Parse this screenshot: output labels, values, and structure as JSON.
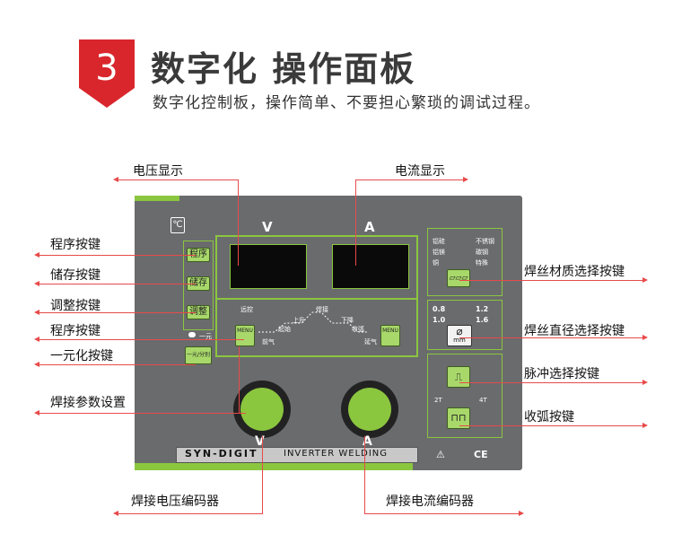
{
  "header": {
    "step_number": "3",
    "title": "数字化 操作面板",
    "subtitle": "数字化控制板，操作简单、不要担心繁琐的调试过程。"
  },
  "colors": {
    "accent_red": "#d9262c",
    "panel_gray": "#6a6b6d",
    "panel_green": "#8bc63f",
    "callout_line": "#e84a4a"
  },
  "callouts": {
    "voltage_display": "电压显示",
    "current_display": "电流显示",
    "program_key_1": "程序按键",
    "store_key": "储存按键",
    "adjust_key": "调整按键",
    "program_key_2": "程序按键",
    "unified_key": "一元化按键",
    "weld_params": "焊接参数设置",
    "wire_material_key": "焊丝材质选择按键",
    "wire_diameter_key": "焊丝直径选择按键",
    "pulse_key": "脉冲选择按键",
    "arc_end_key": "收弧按键",
    "voltage_encoder": "焊接电压编码器",
    "current_encoder": "焊接电流编码器"
  },
  "panel": {
    "v_label": "V",
    "a_label": "A",
    "knob_v_label": "V",
    "knob_a_label": "A",
    "btn_program": "程序",
    "btn_store": "储存",
    "btn_adjust": "调整",
    "btn_unified": "一元/分别",
    "unified_indicator": "一元",
    "menu_left": "MENU",
    "menu_right": "MENU",
    "remote": "远控",
    "pre_gas": "前气",
    "start": "起始",
    "rise": "上升",
    "weld": "焊接",
    "fall": "下降",
    "crater": "收弧",
    "post_gas": "延气",
    "material_alsi": "铝硅",
    "material_almg": "铝镁",
    "material_cu": "铜",
    "material_ss": "不锈钢",
    "material_steel": "碳钢",
    "material_special": "特殊",
    "dia_08": "0.8",
    "dia_12": "1.2",
    "dia_10": "1.0",
    "dia_16": "1.6",
    "mm": "mm",
    "two_t": "2T",
    "four_t": "4T",
    "brand_left": "SYN-DIGIT",
    "brand_right": "INVERTER WELDING",
    "ce": "CE"
  }
}
